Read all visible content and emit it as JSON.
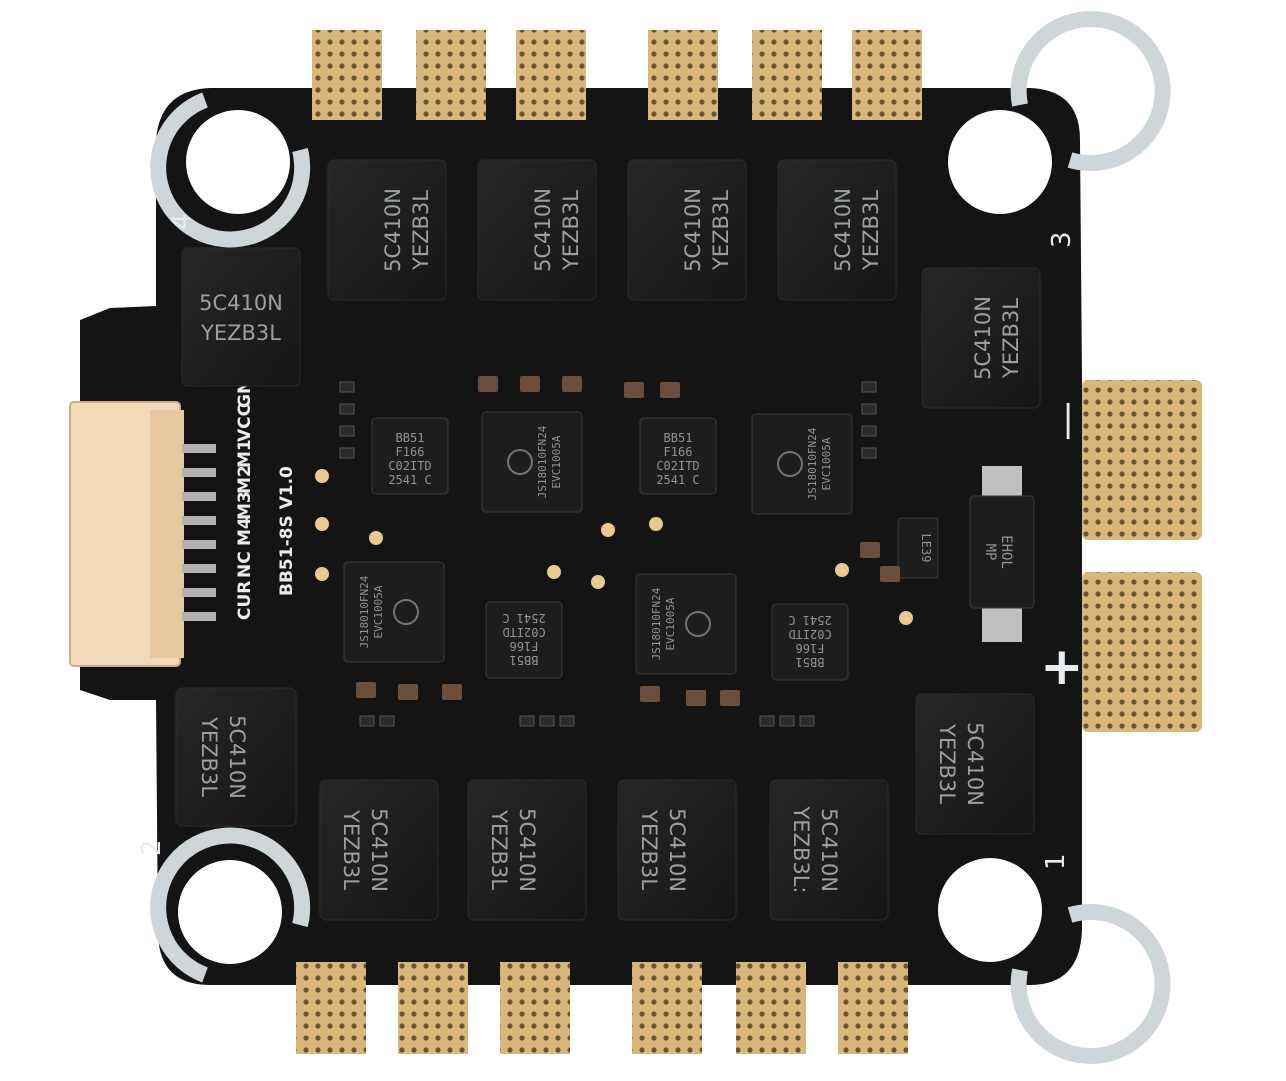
{
  "board": {
    "name": "BB51-8S V1.0",
    "colors": {
      "pcb": "#141414",
      "gold": "#d9b77a",
      "silk": "#e8ecef",
      "chip": "#1e1e1e",
      "connector": "#f2d9b8"
    },
    "connector_pins": [
      "GND",
      "VCC",
      "M1",
      "M2",
      "M3",
      "M4",
      "NC",
      "CUR"
    ],
    "corner_labels": {
      "top_left": "4",
      "top_right": "3",
      "bottom_left": "2",
      "bottom_right": "1"
    },
    "power_labels": {
      "negative": "—",
      "positive": "+"
    },
    "mosfet": {
      "line1": "5C410N",
      "line2": "YEZB3L",
      "alt_line2": "YEZB3L:"
    },
    "mcu": {
      "line1": "BB51",
      "line2": "F166",
      "line3": "C02ITD",
      "line4": "2541 C"
    },
    "driver": {
      "line1": "JS18010FN24",
      "line2": "EVC1005A"
    },
    "diode": {
      "line1": "EHOL",
      "line2": "MP"
    },
    "small_ic": {
      "label": "LE39"
    }
  }
}
